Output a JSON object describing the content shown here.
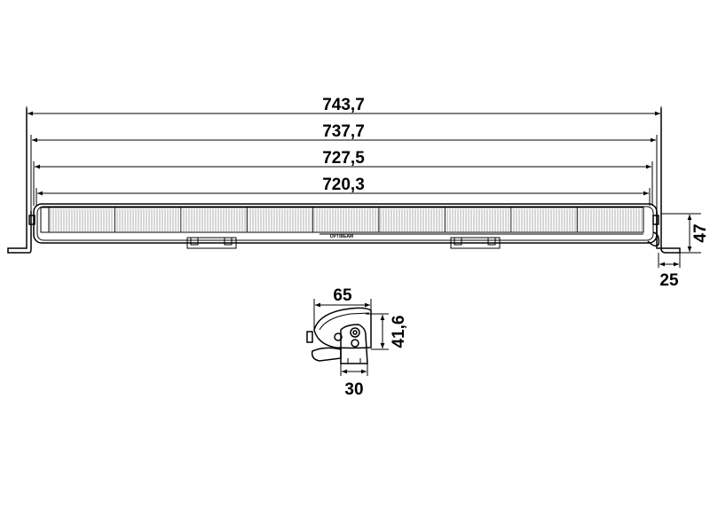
{
  "drawing": {
    "dimensions": {
      "overall_length": "743,7",
      "bracket_length": "737,7",
      "housing_length": "727,5",
      "lens_length": "720,3",
      "height": "47",
      "bracket_foot": "25",
      "side_depth": "65",
      "side_height": "41,6",
      "mount_width": "30"
    },
    "brand_mark": "OPTIBEAM",
    "colors": {
      "line": "#000000",
      "background": "#ffffff",
      "led_grid": "#777777"
    }
  }
}
